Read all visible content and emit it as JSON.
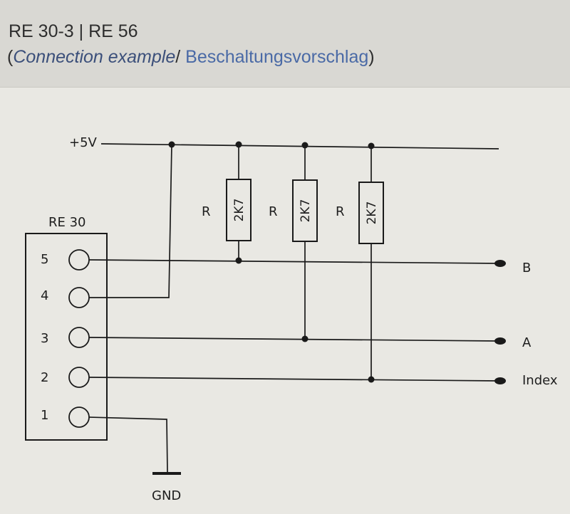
{
  "header": {
    "title": "RE 30-3 | RE 56",
    "subtitle_open": "(",
    "subtitle_en": "Connection example",
    "subtitle_sep": "/ ",
    "subtitle_de": "Beschaltungsvorschlag",
    "subtitle_close": ")"
  },
  "diagram": {
    "supply_label": "+5V",
    "connector_label": "RE 30",
    "pins": [
      "5",
      "4",
      "3",
      "2",
      "1"
    ],
    "resistors": [
      {
        "designator": "R",
        "value": "2K7"
      },
      {
        "designator": "R",
        "value": "2K7"
      },
      {
        "designator": "R",
        "value": "2K7"
      }
    ],
    "outputs": [
      "B",
      "A",
      "Index"
    ],
    "ground_label": "GND"
  }
}
